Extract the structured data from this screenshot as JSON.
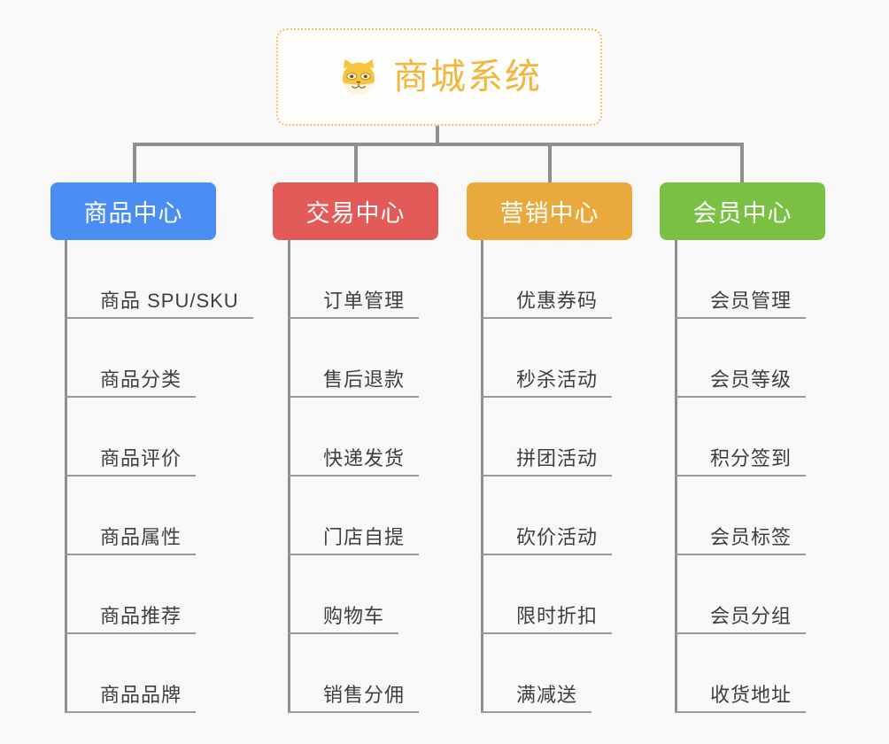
{
  "diagram": {
    "type": "tree-mindmap",
    "background_color": "#f8f8f8",
    "root": {
      "title": "商城系统",
      "icon": "shiba-dog-icon",
      "text_color": "#f2b63c",
      "border_color": "#efc066",
      "border_style": "dotted"
    },
    "connector_color": "#8f8f8f",
    "branches": [
      {
        "label": "商品中心",
        "color": "#4a8ef4",
        "items": [
          "商品 SPU/SKU",
          "商品分类",
          "商品评价",
          "商品属性",
          "商品推荐",
          "商品品牌"
        ]
      },
      {
        "label": "交易中心",
        "color": "#e35b59",
        "items": [
          "订单管理",
          "售后退款",
          "快递发货",
          "门店自提",
          "购物车",
          "销售分佣"
        ]
      },
      {
        "label": "营销中心",
        "color": "#e9a93c",
        "items": [
          "优惠券码",
          "秒杀活动",
          "拼团活动",
          "砍价活动",
          "限时折扣",
          "满减送"
        ]
      },
      {
        "label": "会员中心",
        "color": "#79c council",
        "items": [
          "会员管理",
          "会员等级",
          "积分签到",
          "会员标签",
          "会员分组",
          "收货地址"
        ]
      }
    ]
  }
}
